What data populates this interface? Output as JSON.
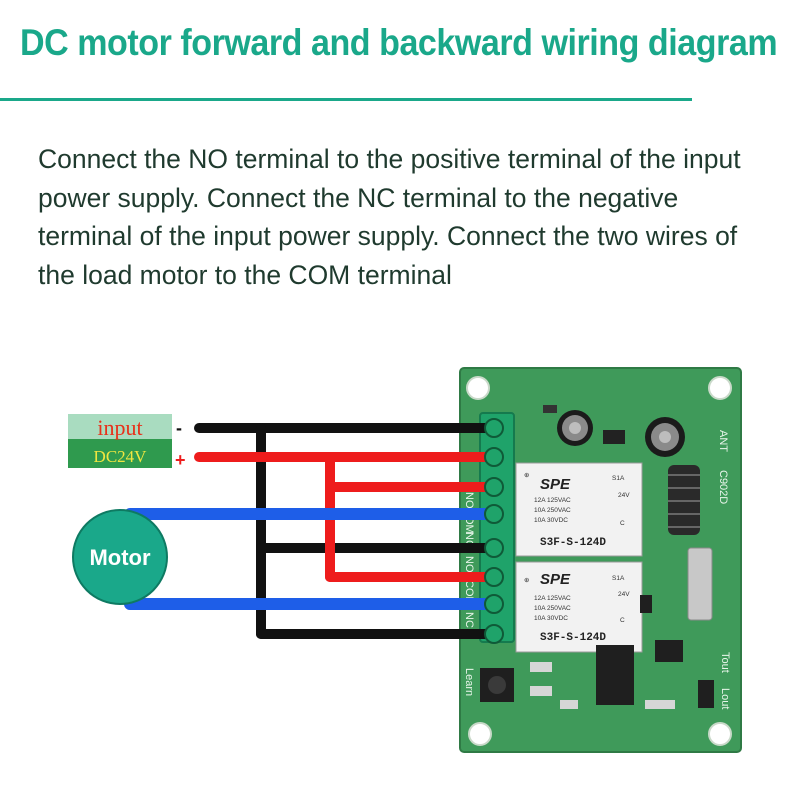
{
  "title": "DC motor forward and backward wiring diagram",
  "description": "Connect the NO terminal to the positive terminal of the input power supply. Connect the NC terminal to the negative terminal of the input power supply. Connect the two wires of the load motor to the COM terminal",
  "input_label": {
    "text": "input",
    "voltage": "DC24V",
    "negative_sign": "-",
    "positive_sign": "+"
  },
  "motor_label": "Motor",
  "board": {
    "antenna_label": "ANT",
    "module_label": "C902D",
    "learn_label": "Learn",
    "tout_label": "Tout",
    "lout_label": "Lout",
    "terminal_labels": [
      "NO",
      "COM",
      "NC",
      "NO",
      "COM",
      "NC"
    ],
    "relays": [
      {
        "brand": "SPE",
        "model": "S3F-S-124D",
        "code": "S1A",
        "coil": "24V",
        "ratings": [
          "12A 125VAC",
          "10A 250VAC",
          "10A 30VDC"
        ],
        "contact": "C"
      },
      {
        "brand": "SPE",
        "model": "S3F-S-124D",
        "code": "S1A",
        "coil": "24V",
        "ratings": [
          "12A 125VAC",
          "10A 250VAC",
          "10A 30VDC"
        ],
        "contact": "C"
      }
    ]
  },
  "colors": {
    "accent": "#1aa88a",
    "wire_negative": "#111111",
    "wire_positive": "#ee1c1c",
    "wire_motor": "#1e5ee8",
    "pcb": "#3f9a5a",
    "terminal_block": "#1fa36a",
    "motor_badge": "#1aa88a"
  }
}
